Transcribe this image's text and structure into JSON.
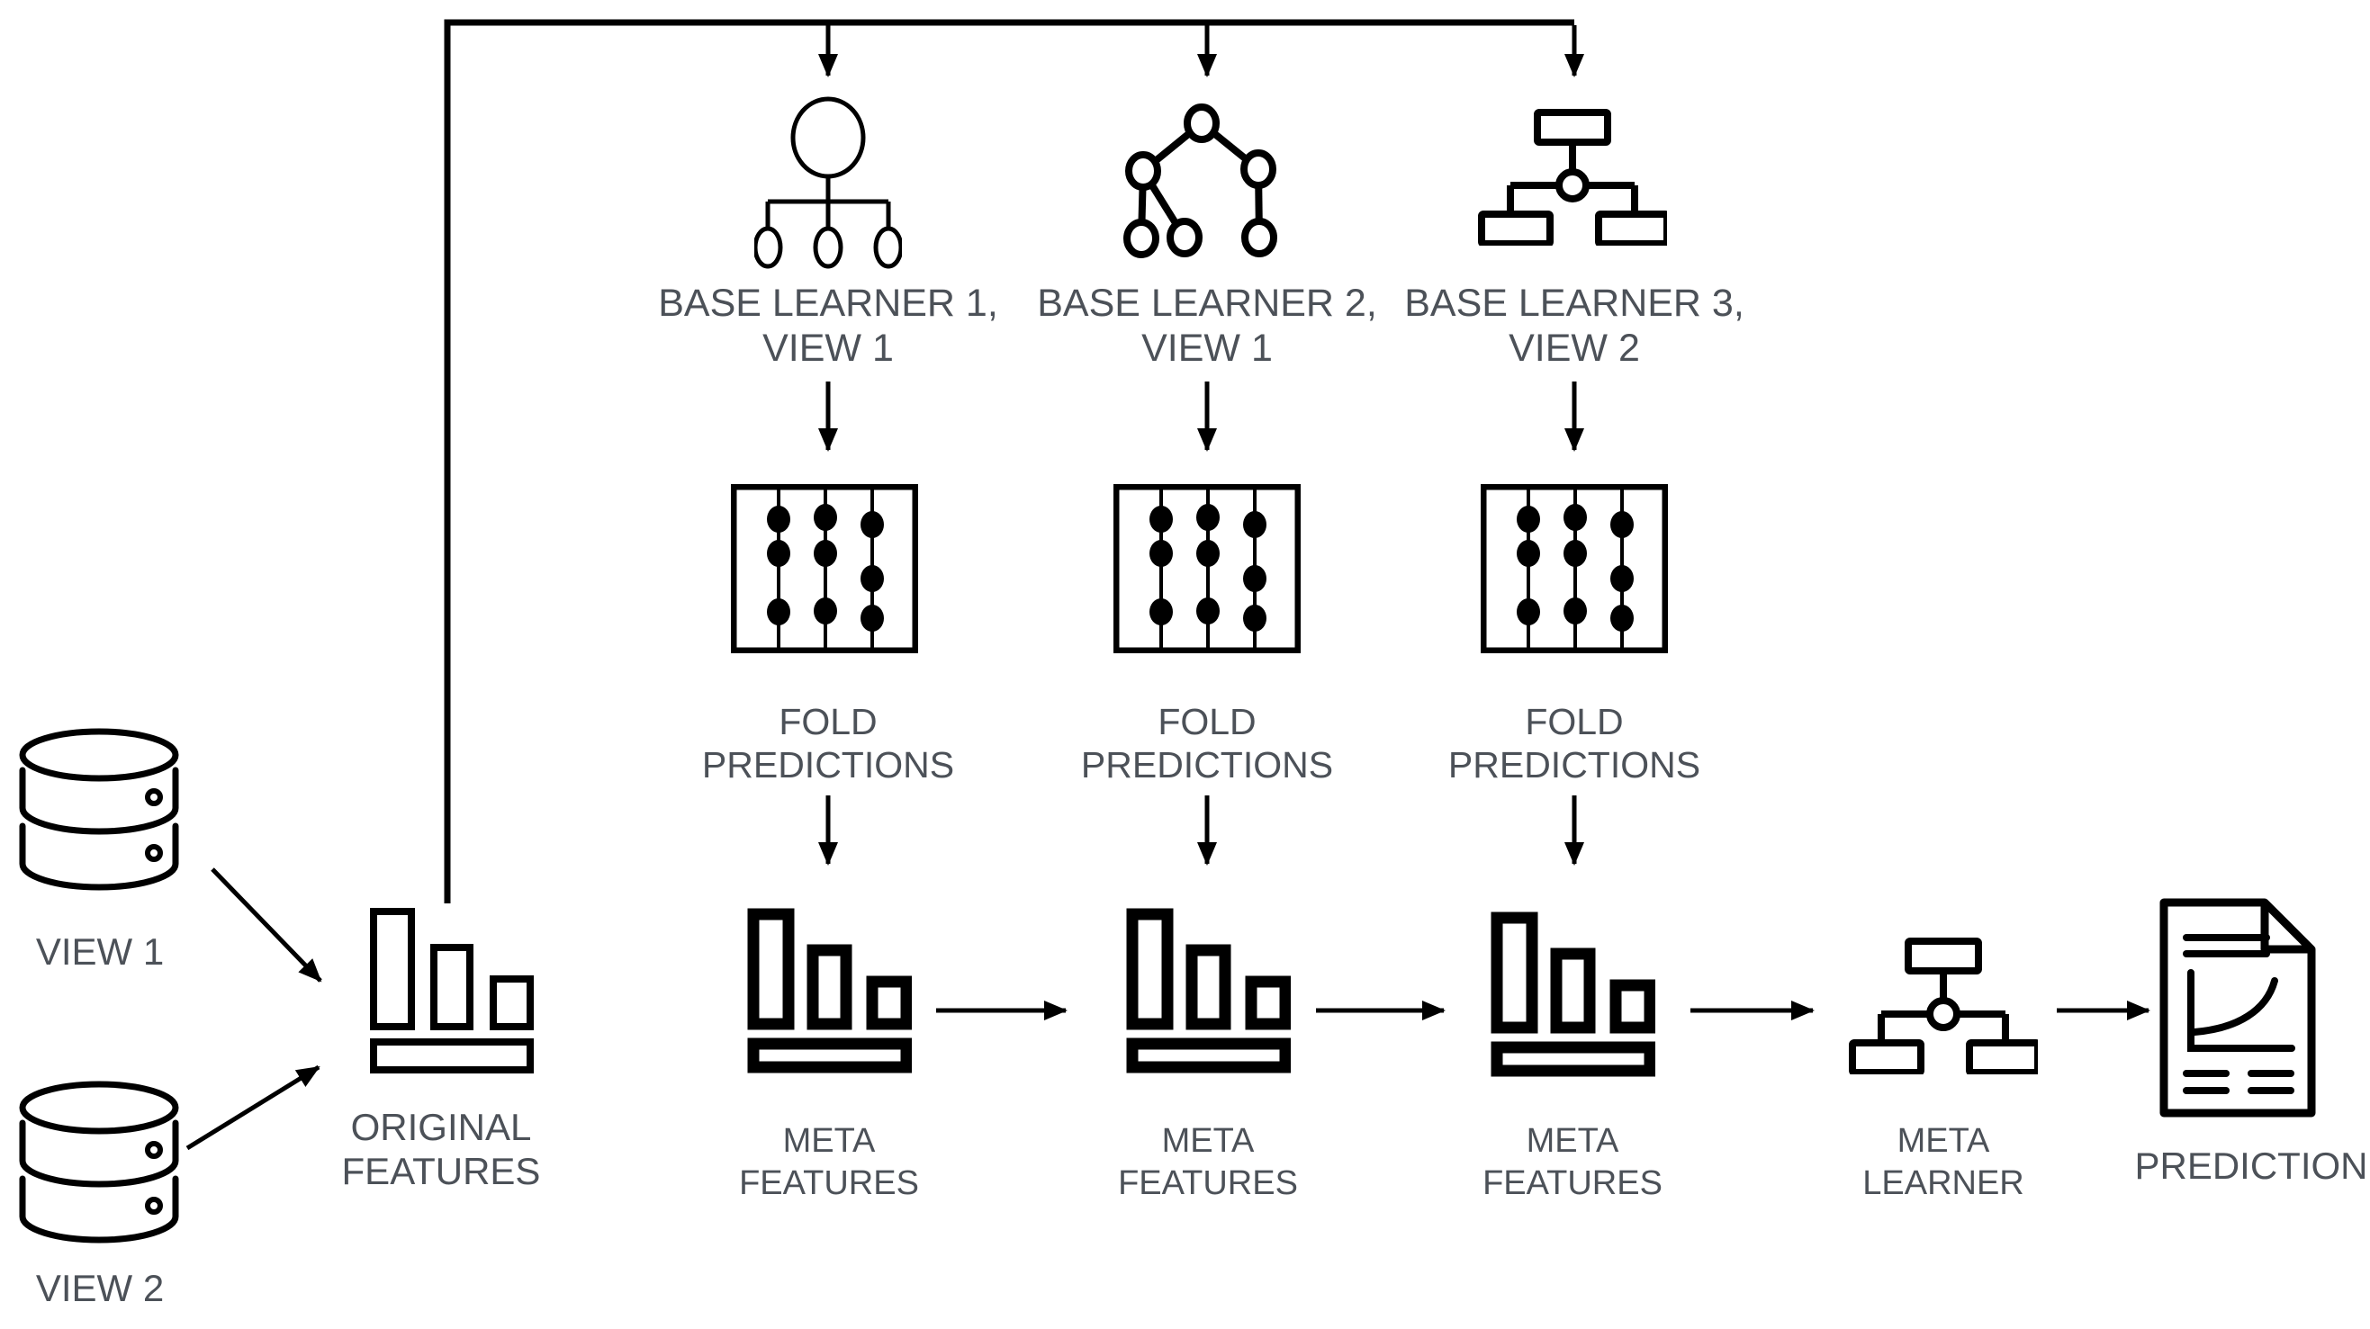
{
  "colors": {
    "stroke": "#000000",
    "label_text": "#4c5158",
    "background": "#ffffff"
  },
  "icons": {
    "sources": "database-icon",
    "original_features": "bar-chart-icon",
    "base_learner_1": "tree-nodes-icon",
    "base_learner_2": "branch-tree-icon",
    "base_learner_3": "flow-tree-icon",
    "fold_predictions": "abacus-grid-icon",
    "meta_features": "bar-chart-icon",
    "meta_learner": "flow-tree-icon",
    "prediction": "document-chart-icon"
  },
  "sources": [
    {
      "label": "VIEW 1"
    },
    {
      "label": "VIEW 2"
    }
  ],
  "original_features": {
    "line1": "ORIGINAL",
    "line2": "FEATURES"
  },
  "columns": [
    {
      "learner_line1": "BASE LEARNER 1,",
      "learner_line2": "VIEW 1",
      "fold_line1": "FOLD",
      "fold_line2": "PREDICTIONS",
      "meta_line1": "META",
      "meta_line2": "FEATURES"
    },
    {
      "learner_line1": "BASE LEARNER 2,",
      "learner_line2": "VIEW 1",
      "fold_line1": "FOLD",
      "fold_line2": "PREDICTIONS",
      "meta_line1": "META",
      "meta_line2": "FEATURES"
    },
    {
      "learner_line1": "BASE LEARNER 3,",
      "learner_line2": "VIEW 2",
      "fold_line1": "FOLD",
      "fold_line2": "PREDICTIONS",
      "meta_line1": "META",
      "meta_line2": "FEATURES"
    }
  ],
  "meta_learner": {
    "line1": "META",
    "line2": "LEARNER"
  },
  "prediction": {
    "label": "PREDICTION"
  }
}
